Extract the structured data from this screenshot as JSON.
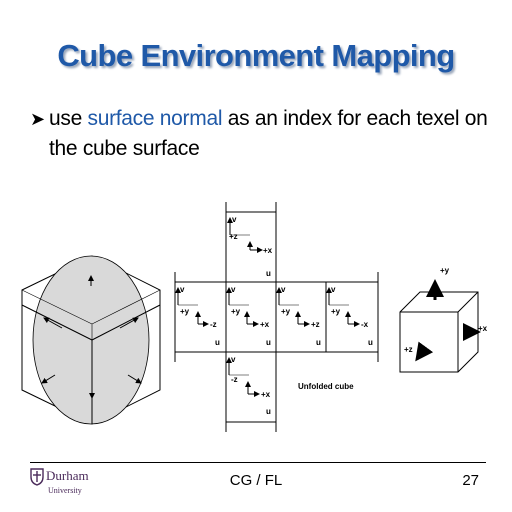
{
  "slide": {
    "title": "Cube Environment Mapping",
    "bullet_pre": "use ",
    "bullet_highlight": "surface normal",
    "bullet_post": " as an index for each texel on the cube surface"
  },
  "figure": {
    "top_face_labels": [
      "v",
      "+z",
      "+x",
      "u"
    ],
    "left_face_labels": [
      "v",
      "+y",
      "-z",
      "u"
    ],
    "front_face_labels": [
      "v",
      "+y",
      "+x",
      "u"
    ],
    "right_face_labels": [
      "v",
      "+y",
      "+z",
      "u"
    ],
    "back_face_labels": [
      "v",
      "+y",
      "-x",
      "u"
    ],
    "bottom_face_labels": [
      "v",
      "-z",
      "+x",
      "u"
    ],
    "caption": "Unfolded cube",
    "axes_labels": [
      "+y",
      "+x",
      "+z"
    ]
  },
  "footer": {
    "logo_name": "Durham",
    "logo_sub": "University",
    "course": "CG / FL",
    "page": "27"
  },
  "colors": {
    "title": "#1f59a8",
    "highlight": "#1f59a8",
    "sphere_fill": "#d9d9d9"
  }
}
